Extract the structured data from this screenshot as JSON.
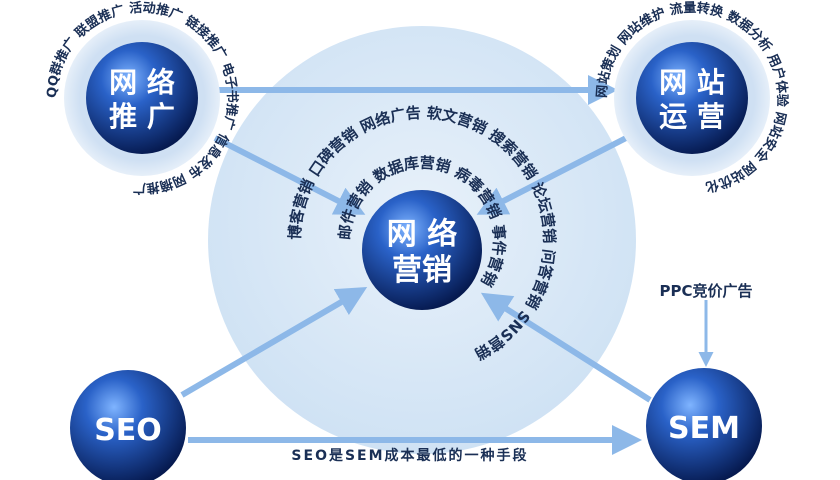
{
  "colors": {
    "node_dark": "#0a1f5c",
    "node_light": "#4d8fe0",
    "arrow": "#8db8e8",
    "big_circle": "#d6e8f7",
    "text": "#1a2f55"
  },
  "center": {
    "line1": "网 络",
    "line2": "营销"
  },
  "nodes": {
    "promo": {
      "line1": "网 络",
      "line2": "推 广"
    },
    "site": {
      "line1": "网 站",
      "line2": "运 营"
    },
    "seo": {
      "label": "SEO"
    },
    "sem": {
      "label": "SEM"
    }
  },
  "inner_ring": [
    "博客营销",
    "口碑营销",
    "网络广告",
    "软文营销",
    "搜索营销",
    "论坛营销",
    "问答营销",
    "SNS营销"
  ],
  "middle_ring": [
    "邮件营销",
    "数据库营销",
    "病毒营销",
    "事件营销"
  ],
  "promo_ring": [
    "QQ群推广",
    "联盟推广",
    "活动推广",
    "链接推广",
    "电子书推广",
    "信息发布",
    "网摘推广"
  ],
  "site_ring": [
    "网站策划",
    "网站维护",
    "流量转换",
    "数据分析",
    "用户体验",
    "网站安全",
    "网站优化"
  ],
  "labels": {
    "ppc": "PPC竞价广告",
    "bottom": "SEO是SEM成本最低的一种手段"
  }
}
